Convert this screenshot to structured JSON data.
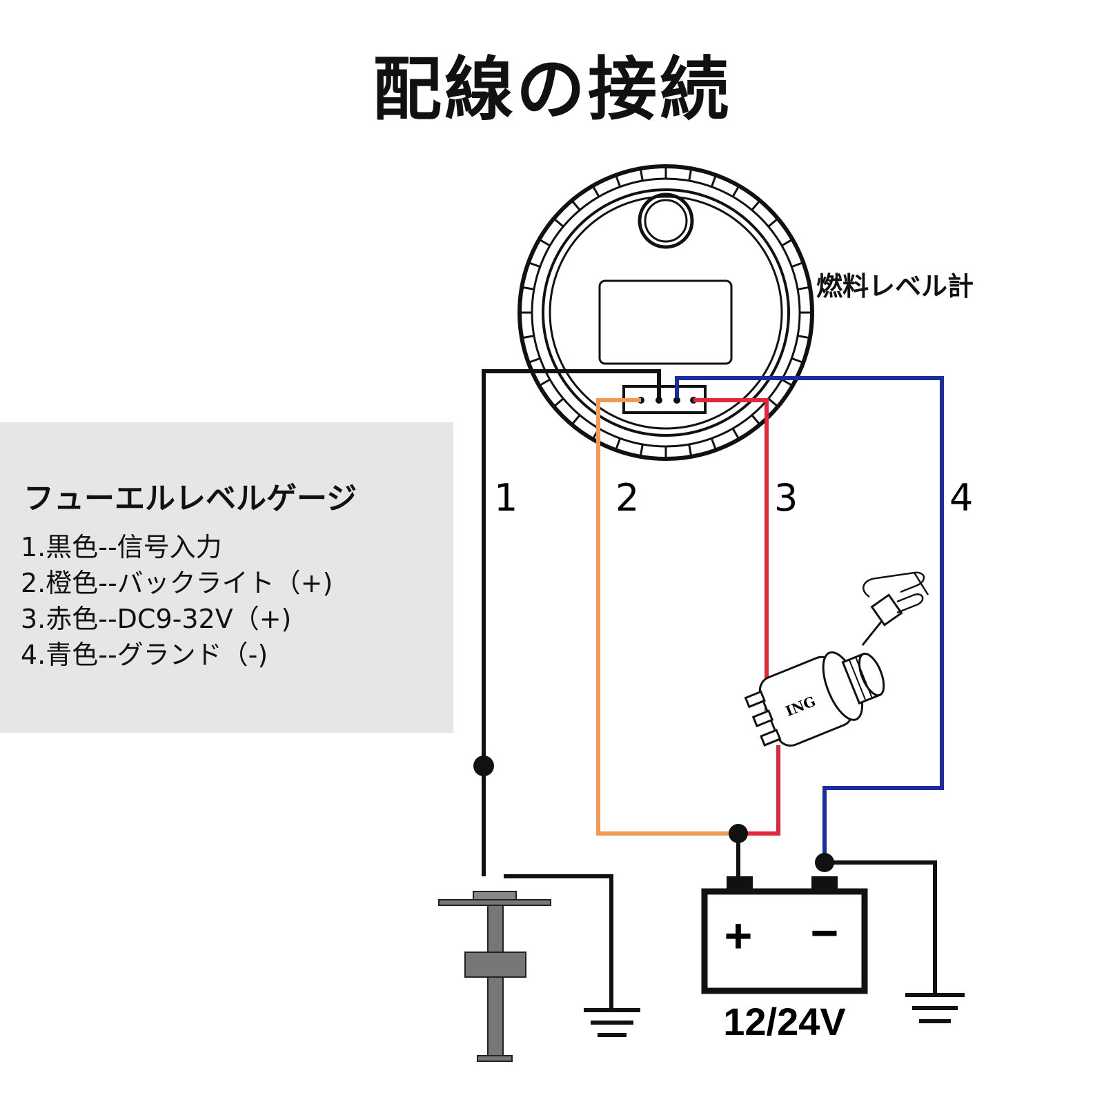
{
  "title": "配線の接続",
  "gauge_label": "燃料レベル計",
  "legend": {
    "heading": "フューエルレベルゲージ",
    "lines": [
      "1.黒色--信号入力",
      "2.橙色--バックライト（+)",
      "3.赤色--DC9-32V（+)",
      "4.青色--グランド（-)"
    ]
  },
  "wires": [
    {
      "number": "1",
      "color": "#111111"
    },
    {
      "number": "2",
      "color": "#ef9a55"
    },
    {
      "number": "3",
      "color": "#e0283a"
    },
    {
      "number": "4",
      "color": "#1a2d9a"
    }
  ],
  "ignition_label": "ING",
  "battery": {
    "label": "12/24V",
    "plus": "+",
    "minus": "−"
  }
}
